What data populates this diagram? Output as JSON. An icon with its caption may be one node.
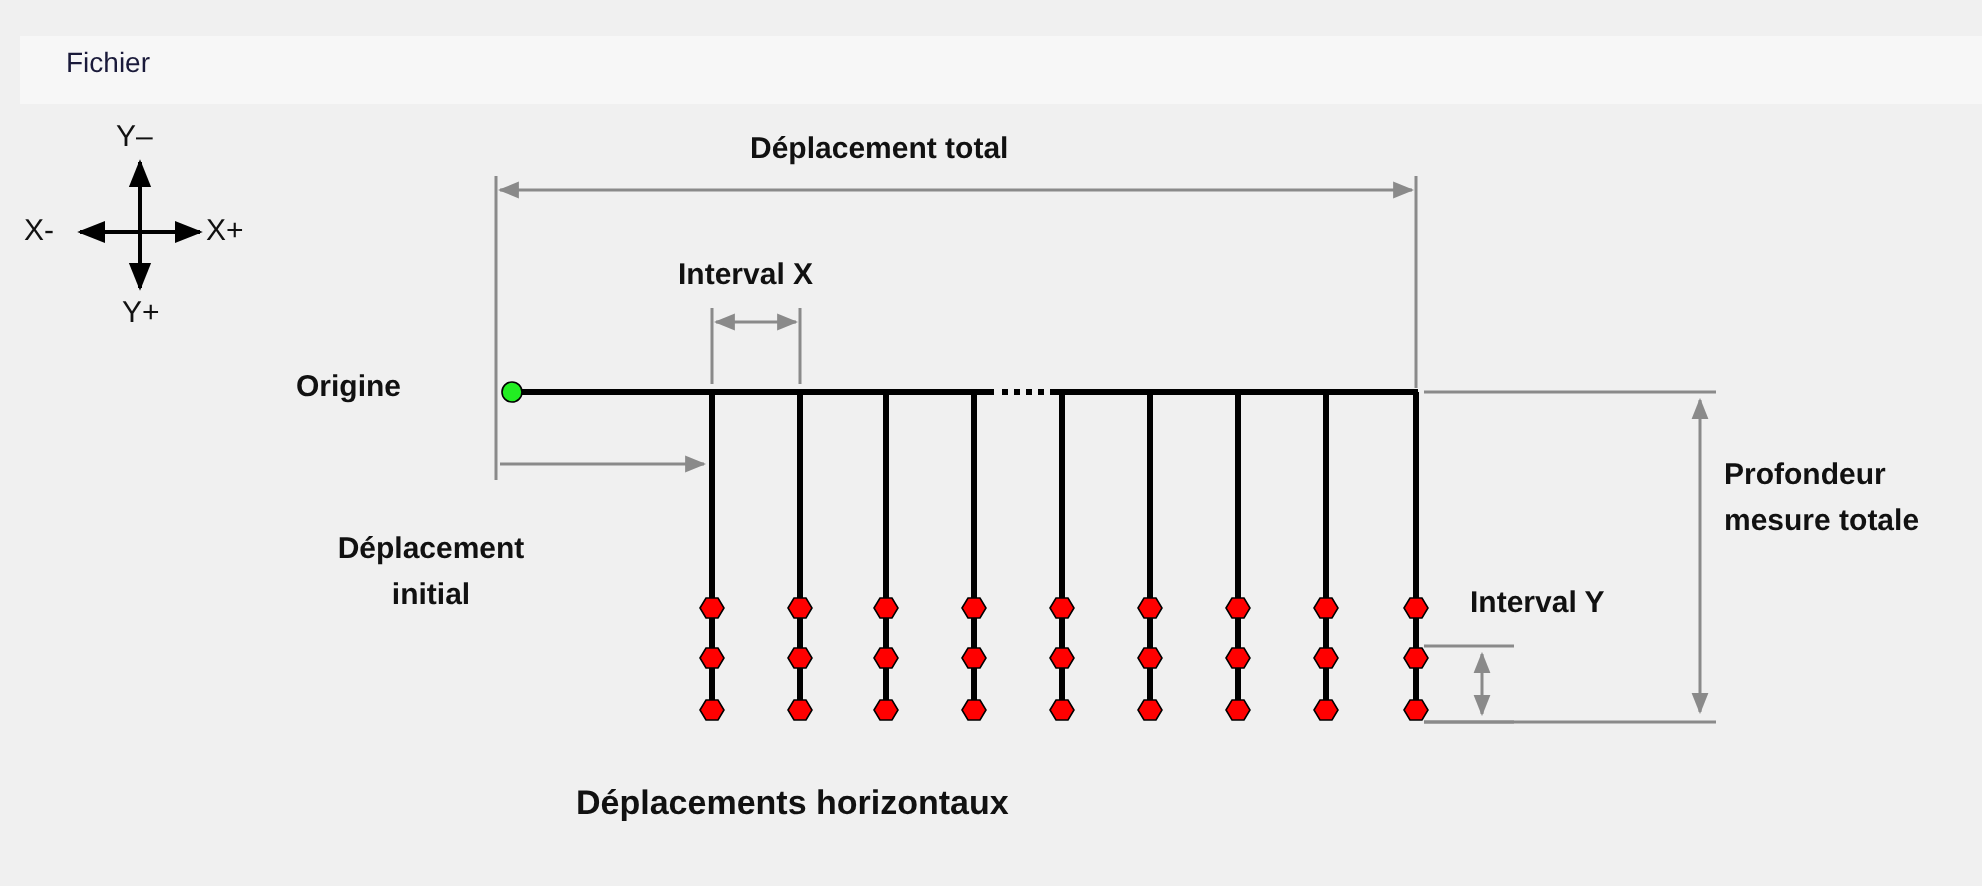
{
  "diagram": {
    "caption": "Déplacements horizontaux",
    "labels": [
      "Fichier",
      "Y–",
      "X-",
      "X+",
      "Y+",
      "Déplacement total",
      "Interval X",
      "Origine",
      "Déplacement initial",
      "Profondeur mesure totale",
      "Interval Y"
    ]
  }
}
